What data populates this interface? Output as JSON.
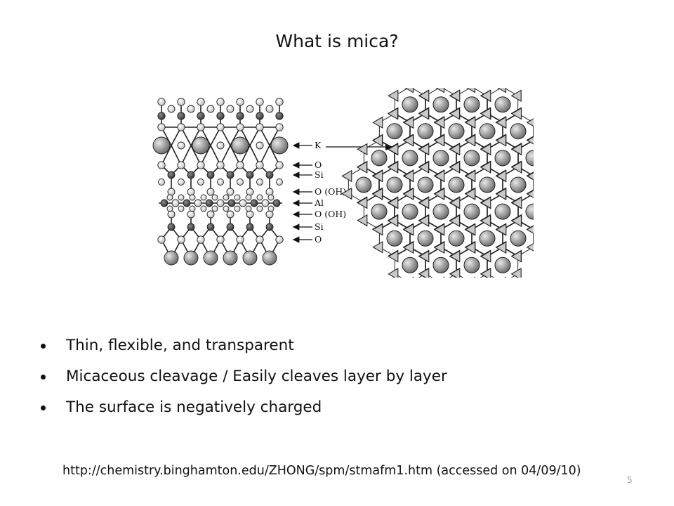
{
  "slide": {
    "title": "What is mica?",
    "bullets": [
      "Thin, flexible, and transparent",
      "Micaceous cleavage / Easily cleaves layer by layer",
      "The surface is negatively charged"
    ],
    "source": "http://chemistry.binghamton.edu/ZHONG/spm/stmafm1.htm (accessed on 04/09/10)",
    "slide_number": "5"
  },
  "figure": {
    "layer_labels": [
      "K",
      "O",
      "Si",
      "O (OH)",
      "Al",
      "O (OH)",
      "Si",
      "O"
    ],
    "colors": {
      "large_atom": "#9a9a9a",
      "small_atom": "#ececec",
      "dark_atom": "#5a5a5a",
      "triangle": "#bdbdbd",
      "line": "#222222"
    }
  }
}
